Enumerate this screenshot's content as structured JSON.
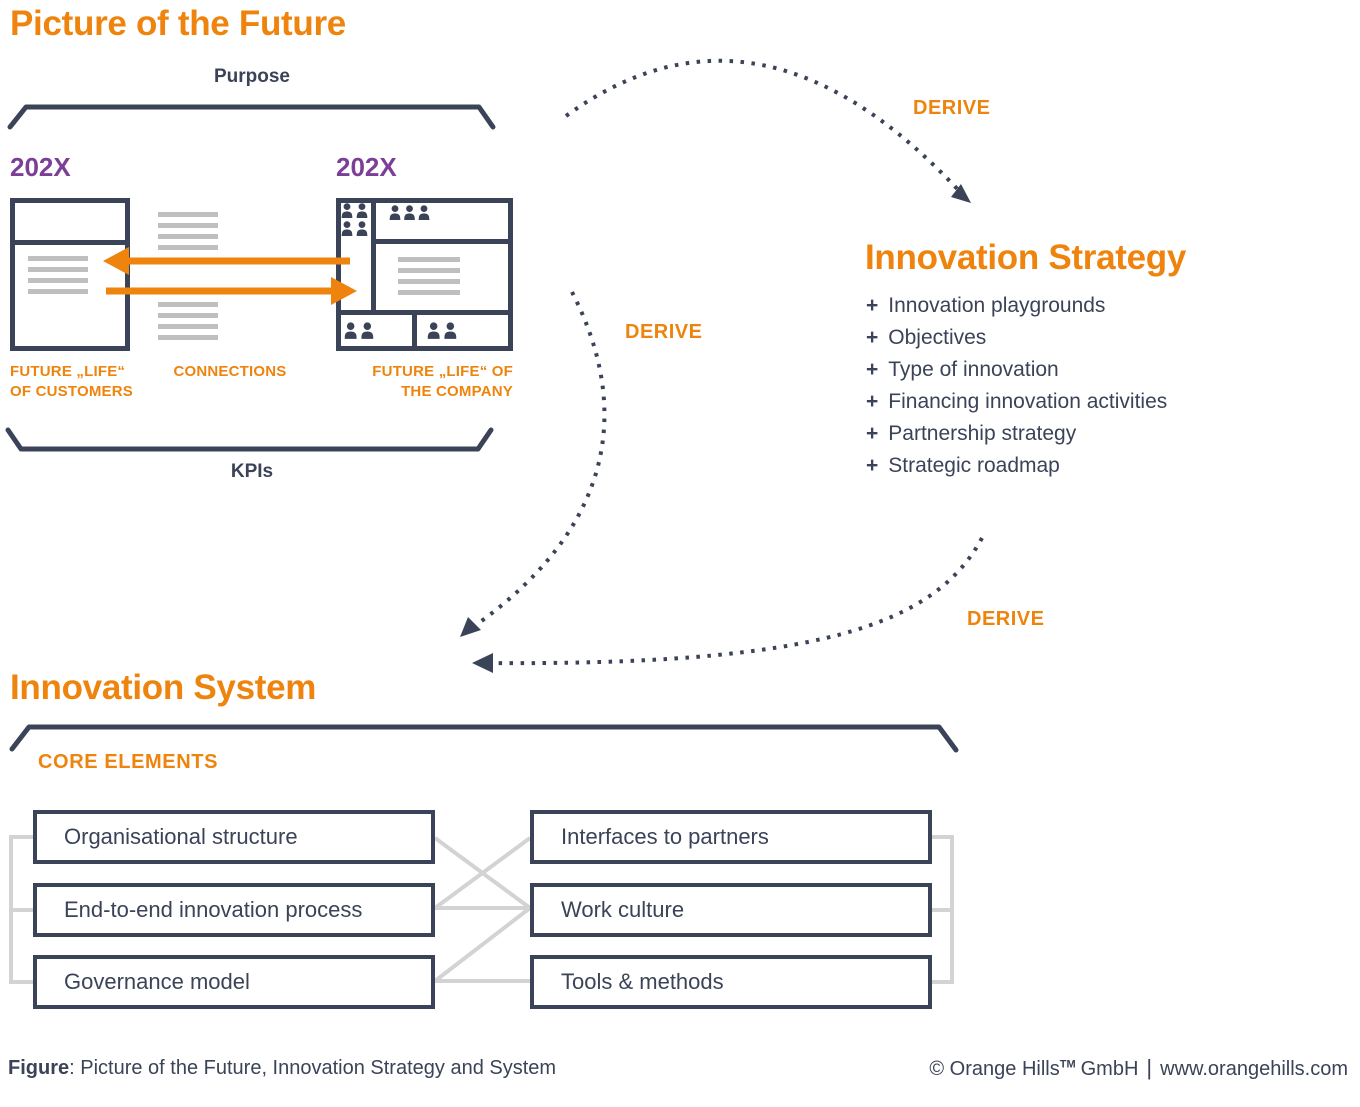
{
  "colors": {
    "orange": "#EE840D",
    "navy": "#3A4357",
    "purple": "#7C3F98",
    "placeholder_gray": "#BFBFBF",
    "connector_gray": "#D3D3D3"
  },
  "picture_of_future": {
    "title": "Picture of the Future",
    "purpose_label": "Purpose",
    "kpis_label": "KPIs",
    "year_left": "202X",
    "year_right": "202X",
    "customers_label_line1": "FUTURE „LIFE“",
    "customers_label_line2": "OF CUSTOMERS",
    "connections_label": "CONNECTIONS",
    "company_label_line1": "FUTURE „LIFE“ OF",
    "company_label_line2": "THE COMPANY"
  },
  "derive": {
    "top": "DERIVE",
    "middle": "DERIVE",
    "bottom": "DERIVE"
  },
  "innovation_strategy": {
    "title": "Innovation Strategy",
    "bullet": "+",
    "items": [
      "Innovation playgrounds",
      "Objectives",
      "Type of innovation",
      "Financing innovation activities",
      "Partnership strategy",
      "Strategic roadmap"
    ]
  },
  "innovation_system": {
    "title": "Innovation System",
    "core_elements_label": "CORE ELEMENTS",
    "left_boxes": [
      "Organisational structure",
      "End-to-end innovation process",
      "Governance model"
    ],
    "right_boxes": [
      "Interfaces to partners",
      "Work culture",
      "Tools & methods"
    ]
  },
  "icons": {
    "people_pair": "people-pair-icon",
    "people_trio": "people-trio-icon"
  },
  "footer": {
    "figure_label": "Figure",
    "figure_caption": ": Picture of the Future, Innovation Strategy and System",
    "copyright": "© Orange Hills",
    "trademark": "TM",
    "company_suffix": "GmbH",
    "separator": "|",
    "website": "www.orangehills.com"
  }
}
